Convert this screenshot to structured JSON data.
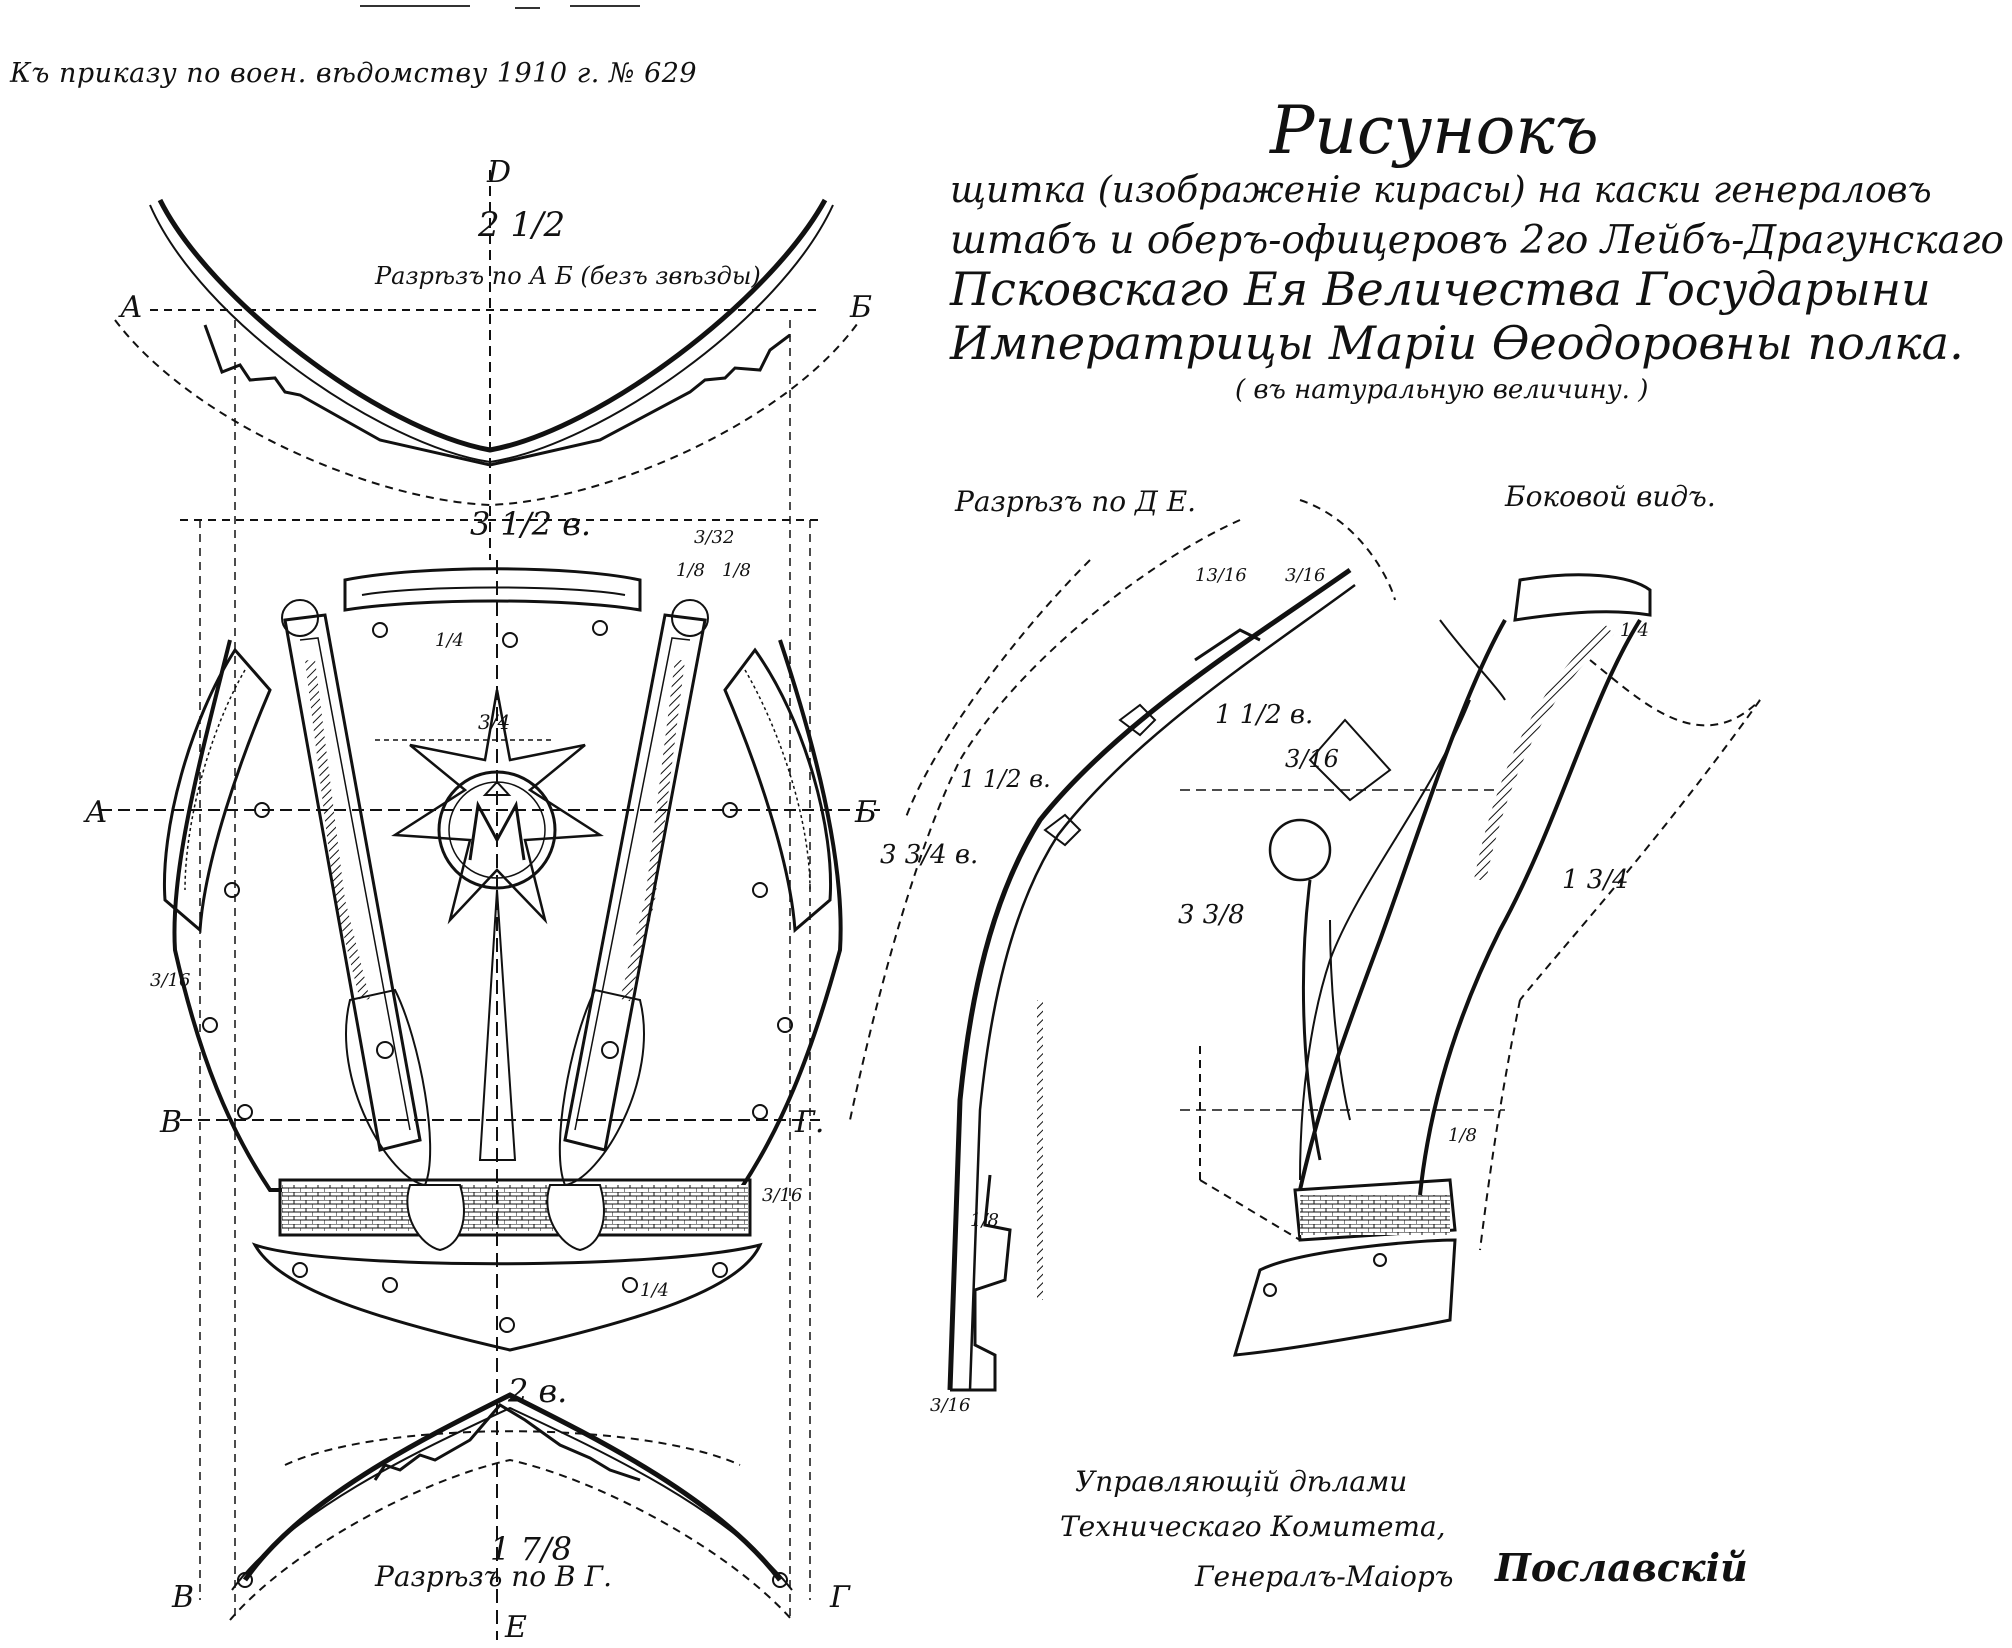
{
  "header_note": "Къ приказу по воен. вѣдомству 1910 г. № 629",
  "title": {
    "heading": "Рисунокъ",
    "line1": "щитка (изображеніе кирасы) на каски генераловъ",
    "line2": "штабъ и оберъ-офицеровъ 2го Лейбъ-Драгунскаго",
    "line3": "Псковскаго Ея Величества Государыни",
    "line4": "Императрицы Маріи Ѳеодоровны полка.",
    "scale_note": "( въ натуральную величину. )"
  },
  "sections": {
    "ab": "Разрѣзъ по А Б (безъ звѣзды)",
    "de": "Разрѣзъ по Д Е.",
    "side": "Боковой видъ.",
    "vg": "Разрѣзъ по В Г."
  },
  "point_labels": {
    "d": "D",
    "a_top": "А",
    "b_top": "Б",
    "a_mid": "А",
    "b_mid": "Б",
    "v_mid": "В",
    "g_mid": "Г.",
    "v_bot": "В",
    "g_bot": "Г",
    "e": "Е"
  },
  "dimensions": {
    "top_width": "2 1/2",
    "ab_width": "3 1/2 в.",
    "vg_width": "2 в.",
    "vg_height": "1 7/8",
    "d1": "3/4",
    "d2": "3/32",
    "d3": "1/8",
    "d4": "1/8",
    "d5": "3/16",
    "d6": "3/16",
    "d7": "1/4",
    "d8": "1/4",
    "side1": "1 1/2 в.",
    "side2": "1 1/2 в.",
    "side3": "3 3/4 в.",
    "side4": "13/16",
    "side5": "3/16",
    "side6": "1/8",
    "side7": "3/16",
    "side8": "3/16",
    "side9": "3 3/8",
    "side10": "1 3/4",
    "side11": "1/4",
    "side12": "1/8"
  },
  "signature": {
    "line1": "Управляющій дѣлами",
    "line2": "Техническаго Комитета,",
    "line3": "Генералъ-Маіоръ",
    "name": "Пославскій"
  }
}
